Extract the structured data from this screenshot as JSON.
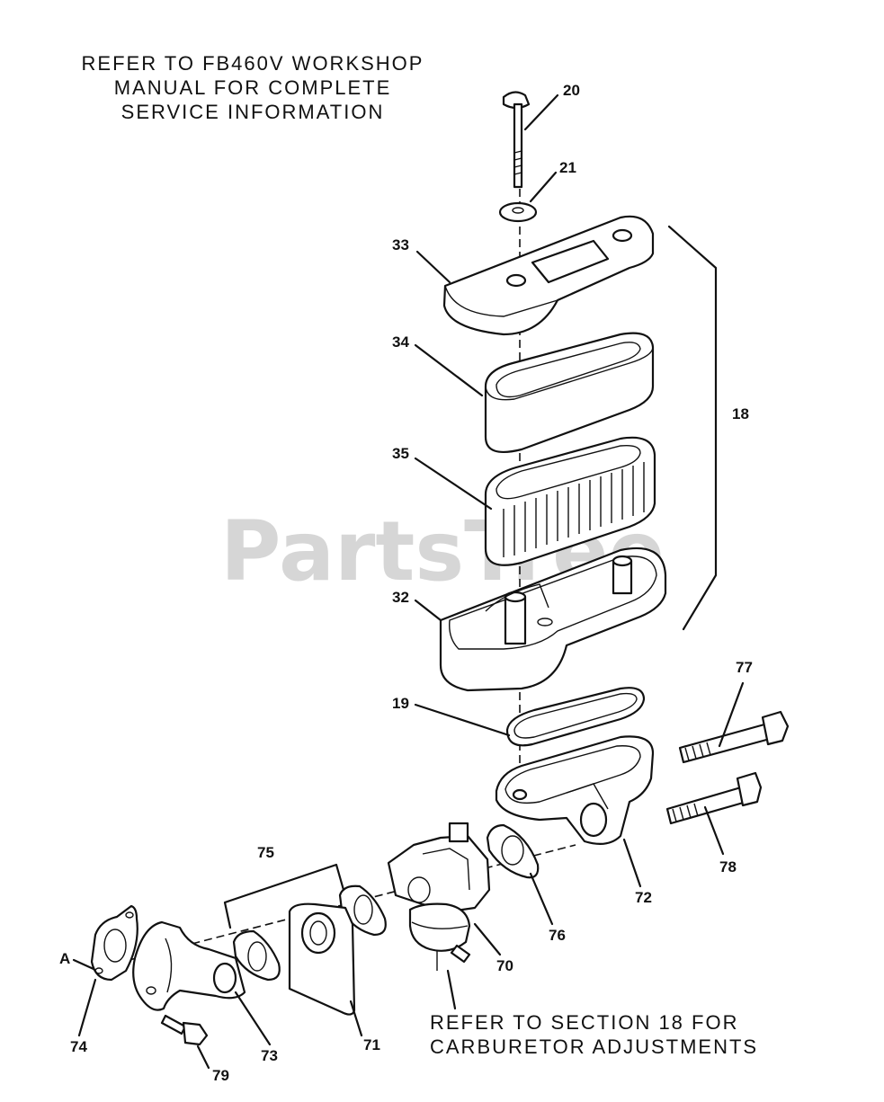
{
  "notes": {
    "top": "REFER TO FB460V WORKSHOP\nMANUAL FOR COMPLETE\nSERVICE INFORMATION",
    "bottom": "REFER TO SECTION 18 FOR\nCARBURETOR ADJUSTMENTS"
  },
  "watermark": "PartsTree",
  "callouts": {
    "p20": "20",
    "p21": "21",
    "p33": "33",
    "p34": "34",
    "p18": "18",
    "p35": "35",
    "p32": "32",
    "p19": "19",
    "p77": "77",
    "p78": "78",
    "p72": "72",
    "p75": "75",
    "p76": "76",
    "p70": "70",
    "pA": "A",
    "p74": "74",
    "p73": "73",
    "p71": "71",
    "p79": "79"
  }
}
